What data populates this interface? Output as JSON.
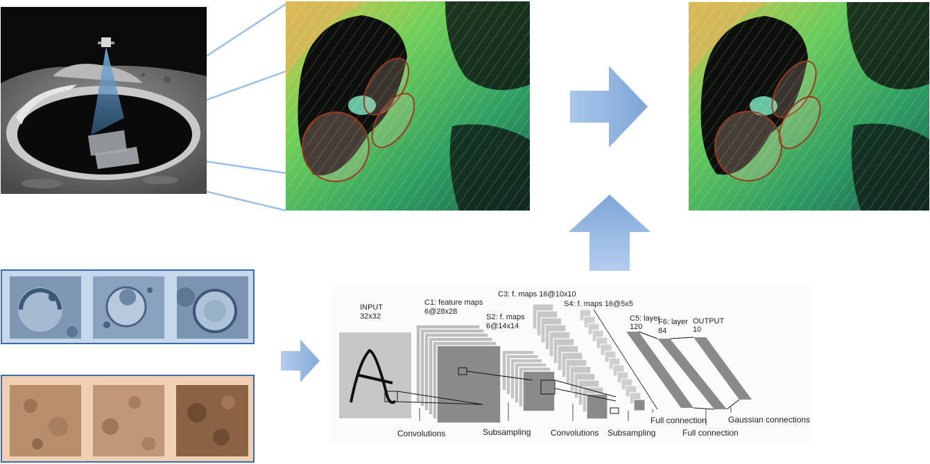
{
  "scene": {
    "images": {
      "moon_scene": "lunar-orbiter-crater-scene",
      "heatmap_input": "crater-heatmap-detections",
      "heatmap_output": "crater-heatmap-refined",
      "crater_examples": "crater-positive-samples",
      "terrain_examples": "terrain-negative-samples"
    },
    "colors": {
      "arrow": "#8fb4e0",
      "panel_crater_bg": "#c6d8ec",
      "panel_sand_bg": "#f1cfb2",
      "panel_border": "#3d6aa6",
      "ellipse": "#9c3a1e"
    }
  },
  "lenet": {
    "input_title": "INPUT",
    "input_size": "32x32",
    "c1_title": "C1: feature maps",
    "c1_size": "6@28x28",
    "s2_title": "S2: f. maps",
    "s2_size": "6@14x14",
    "c3_title": "C3: f. maps 16@10x10",
    "s4_title": "S4: f. maps 16@5x5",
    "c5_title": "C5: layer",
    "c5_size": "120",
    "f6_title": "F6: layer",
    "f6_size": "84",
    "output_title": "OUTPUT",
    "output_size": "10",
    "op_convolutions_1": "Convolutions",
    "op_subsampling_1": "Subsampling",
    "op_convolutions_2": "Convolutions",
    "op_subsampling_2": "Subsampling",
    "op_full_connection_1": "Full connection",
    "op_full_connection_2": "Full connection",
    "op_gaussian": "Gaussian connections"
  }
}
